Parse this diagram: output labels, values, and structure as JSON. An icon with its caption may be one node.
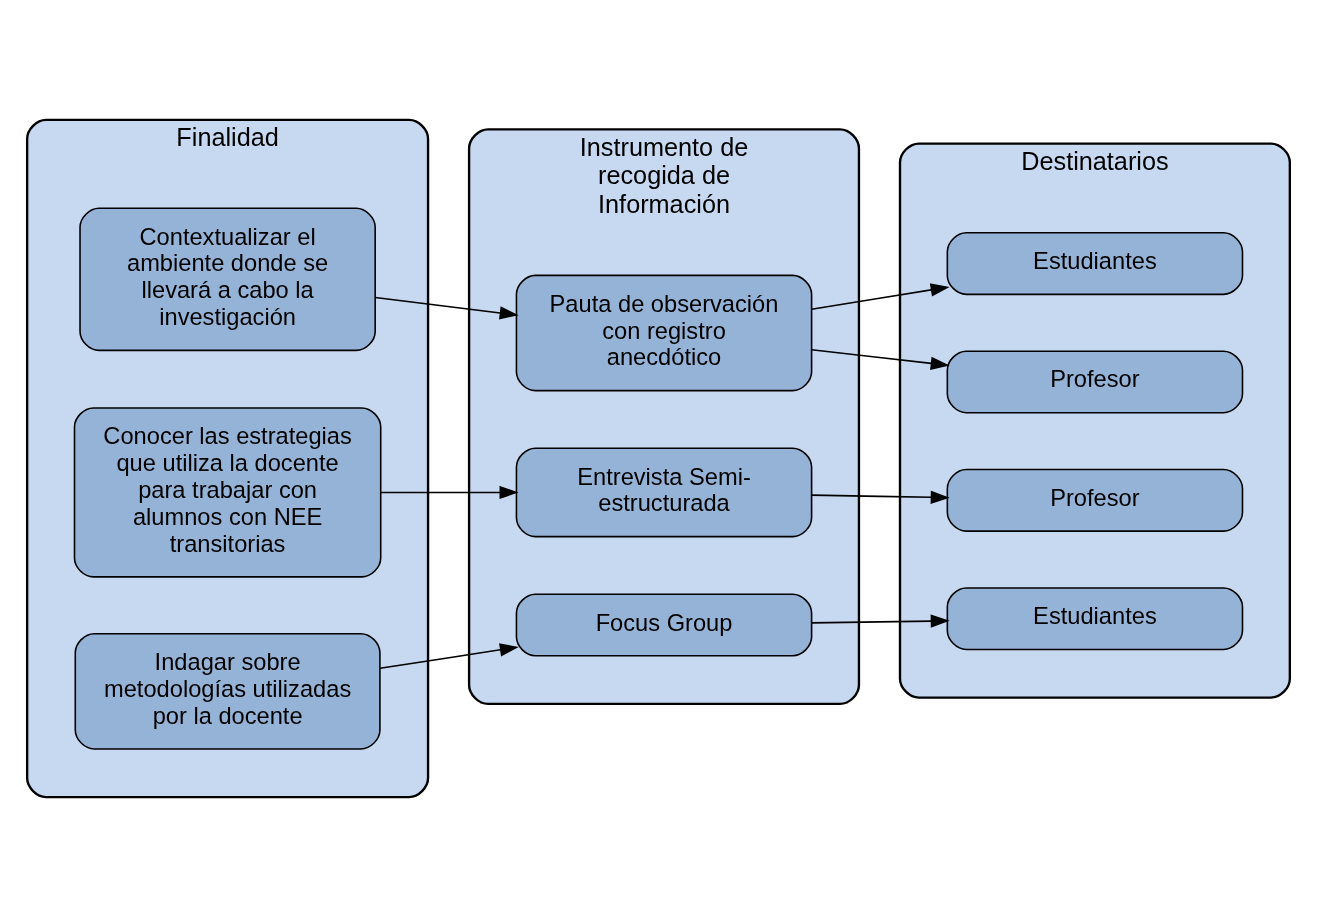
{
  "diagram": {
    "nodes": [
      {
        "text": [
          "Finalidad"
        ]
      },
      {
        "text": [
          "Contextualizar el ambiente donde se llevará a cabo la investigación"
        ],
        "in": 0
      },
      {
        "text": [
          "Conocer las estrategias que utiliza la docente para trabajar con alumnos con NEE transitorias"
        ],
        "in": 0
      },
      {
        "text": [
          "Indagar sobre metodologías utilizadas por la docente"
        ],
        "in": 0
      },
      {
        "text": [
          "Instrumento de recogida de Información"
        ]
      },
      {
        "text": [
          "Pauta de observación con registro anecdótico"
        ],
        "in": 4
      },
      {
        "text": [
          "Entrevista Semi-estructurada"
        ],
        "in": 4
      },
      {
        "text": [
          "Focus Group"
        ],
        "in": 4
      },
      {
        "text": [
          "Destinatarios"
        ]
      },
      {
        "text": [
          "Estudiantes"
        ],
        "in": 8
      },
      {
        "text": [
          "Profesor"
        ],
        "in": 8
      },
      {
        "text": [
          "Profesor"
        ],
        "in": 8
      },
      {
        "text": [
          "Estudiantes"
        ],
        "in": 8
      }
    ],
    "edges": [
      {
        "from": 1,
        "to": 5,
        "arrow": "to"
      },
      {
        "from": 2,
        "to": 6,
        "arrow": "to"
      },
      {
        "from": 3,
        "to": 7,
        "arrow": "to"
      },
      {
        "from": 5,
        "to": 9,
        "arrow": "to"
      },
      {
        "from": 5,
        "to": 10,
        "arrow": "to"
      },
      {
        "from": 6,
        "to": 11,
        "arrow": "to"
      },
      {
        "from": 7,
        "to": 12,
        "arrow": "to"
      }
    ]
  }
}
